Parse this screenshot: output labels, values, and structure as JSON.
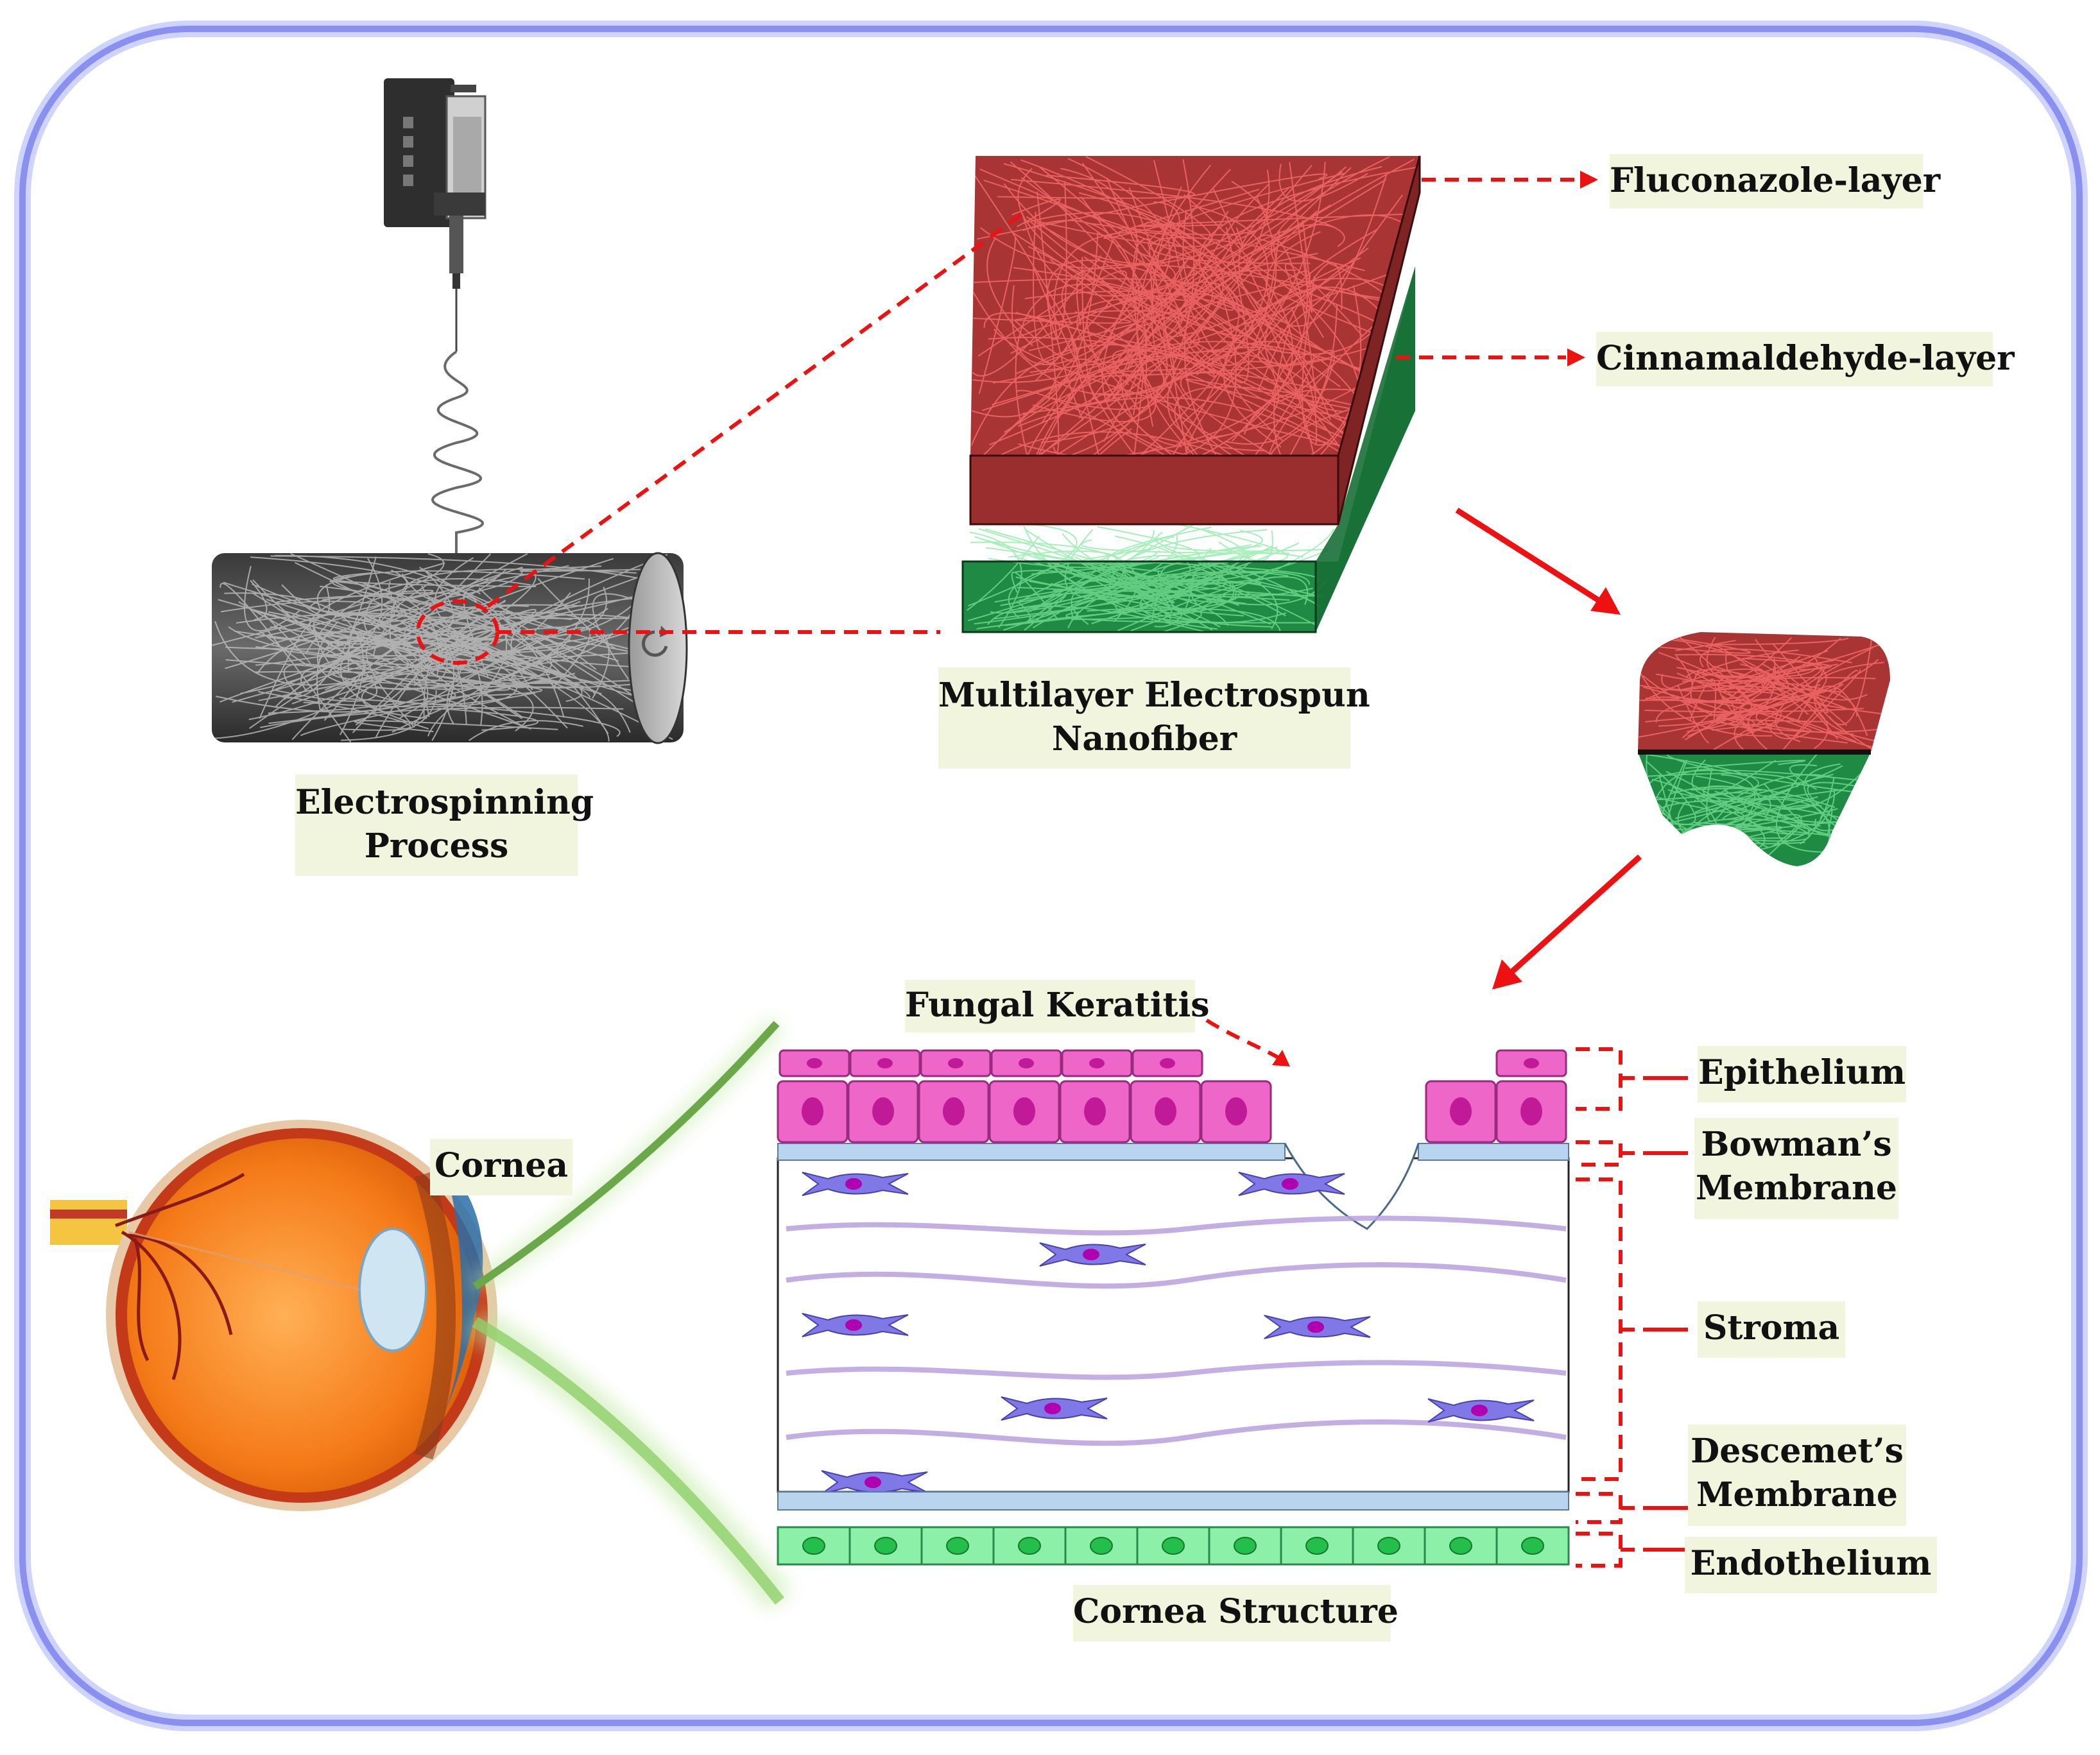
{
  "colors": {
    "frame_border": "#8a8ff0",
    "frame_glow": "#cfd3ff",
    "label_bg": "#f2f5de",
    "arrow": "#ee1111",
    "fluconazole_layer": "#a83434",
    "cinnamaldehyde_layer": "#1f8a44",
    "epithelium_cell": "#ee66c8",
    "endothelium_cell": "#8cf0a8",
    "keratocyte": "#7f78e6",
    "bowman_descemet": "#b9d4ef",
    "eye_orange": "#f57a18",
    "green_beam": "#8fcf6a"
  },
  "labels": {
    "electrospinning": {
      "line1": "Electrospinning",
      "line2": "Process"
    },
    "multilayer": {
      "line1": "Multilayer Electrospun",
      "line2": "Nanofiber"
    },
    "fluconazole": "Fluconazole-layer",
    "cinnamaldehyde": "Cinnamaldehyde-layer",
    "fungal_keratitis": "Fungal Keratitis",
    "cornea": "Cornea",
    "cornea_structure": "Cornea Structure",
    "epithelium": "Epithelium",
    "bowman": {
      "line1": "Bowman’s",
      "line2": "Membrane"
    },
    "stroma": "Stroma",
    "descemet": {
      "line1": "Descemet’s",
      "line2": "Membrane"
    },
    "endothelium": "Endothelium"
  },
  "icons": {
    "syringe_pump": "syringe-pump-icon",
    "collector_drum": "rotating-drum-collector-icon",
    "eye": "eye-cross-section-icon",
    "nanofiber_patch": "nanofiber-patch-icon"
  }
}
